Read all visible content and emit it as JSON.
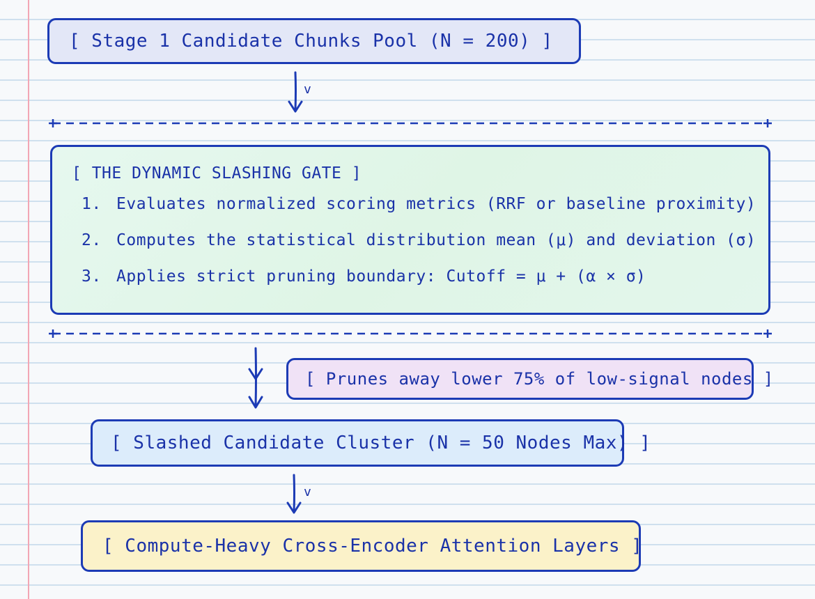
{
  "pool": {
    "label": "[ Stage 1 Candidate Chunks Pool (N = 200) ]"
  },
  "connector_top": {
    "label": "v"
  },
  "gate": {
    "title": "[ THE DYNAMIC SLASHING GATE ]",
    "items": [
      {
        "num": "1.",
        "text": "Evaluates normalized scoring metrics (RRF or baseline proximity)"
      },
      {
        "num": "2.",
        "text": "Computes the statistical distribution mean (μ) and deviation (σ)"
      },
      {
        "num": "3.",
        "text": "Applies strict pruning boundary: Cutoff = μ + (α × σ)"
      }
    ]
  },
  "prune": {
    "label": "[ Prunes away lower 75% of low-signal nodes ]"
  },
  "slashed": {
    "label": "[ Slashed Candidate Cluster (N = 50 Nodes Max) ]"
  },
  "connector_bottom": {
    "label": "v"
  },
  "compute": {
    "label": "[ Compute-Heavy Cross-Encoder Attention Layers ]"
  },
  "colors": {
    "ink": "#1c3bb5",
    "pool_fill": "#e3e7f7",
    "gate_fill": "#e2f6ea",
    "prune_fill": "#f0e2f6",
    "slashed_fill": "#dcecfb",
    "compute_fill": "#fbf2c9",
    "margin_line": "#f2a6b4",
    "ruled_line": "#cfe0ee"
  }
}
